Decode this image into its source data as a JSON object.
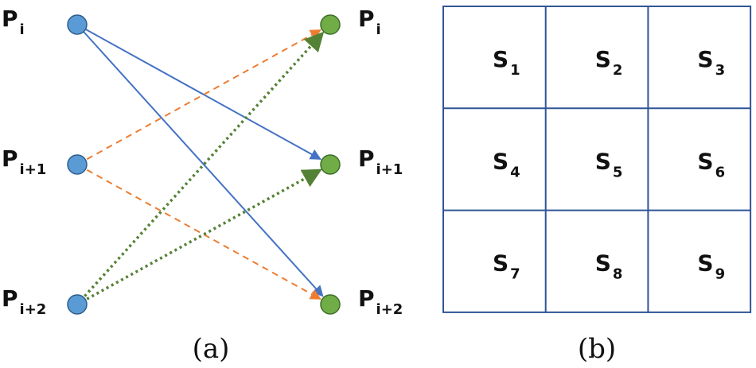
{
  "panel_a": {
    "caption": "(a)",
    "left_nodes": [
      {
        "base": "P",
        "sub": "i"
      },
      {
        "base": "P",
        "sub": "i+1"
      },
      {
        "base": "P",
        "sub": "i+2"
      }
    ],
    "right_nodes": [
      {
        "base": "P",
        "sub": "i"
      },
      {
        "base": "P",
        "sub": "i+1"
      },
      {
        "base": "P",
        "sub": "i+2"
      }
    ],
    "edges": [
      {
        "from": 0,
        "to": 1,
        "style": "solid",
        "color": "#4472C4"
      },
      {
        "from": 0,
        "to": 2,
        "style": "solid",
        "color": "#4472C4"
      },
      {
        "from": 1,
        "to": 0,
        "style": "dashed",
        "color": "#ED7D31"
      },
      {
        "from": 1,
        "to": 2,
        "style": "dashed",
        "color": "#ED7D31"
      },
      {
        "from": 2,
        "to": 0,
        "style": "dotted",
        "color": "#548235"
      },
      {
        "from": 2,
        "to": 1,
        "style": "dotted",
        "color": "#548235"
      }
    ],
    "left_node_color": "#5B9BD5",
    "right_node_color": "#70AD47"
  },
  "panel_b": {
    "caption": "(b)",
    "grid_color": "#2F5597",
    "cells": [
      {
        "base": "S",
        "sub": "1"
      },
      {
        "base": "S",
        "sub": "2"
      },
      {
        "base": "S",
        "sub": "3"
      },
      {
        "base": "S",
        "sub": "4"
      },
      {
        "base": "S",
        "sub": "5"
      },
      {
        "base": "S",
        "sub": "6"
      },
      {
        "base": "S",
        "sub": "7"
      },
      {
        "base": "S",
        "sub": "8"
      },
      {
        "base": "S",
        "sub": "9"
      }
    ]
  }
}
